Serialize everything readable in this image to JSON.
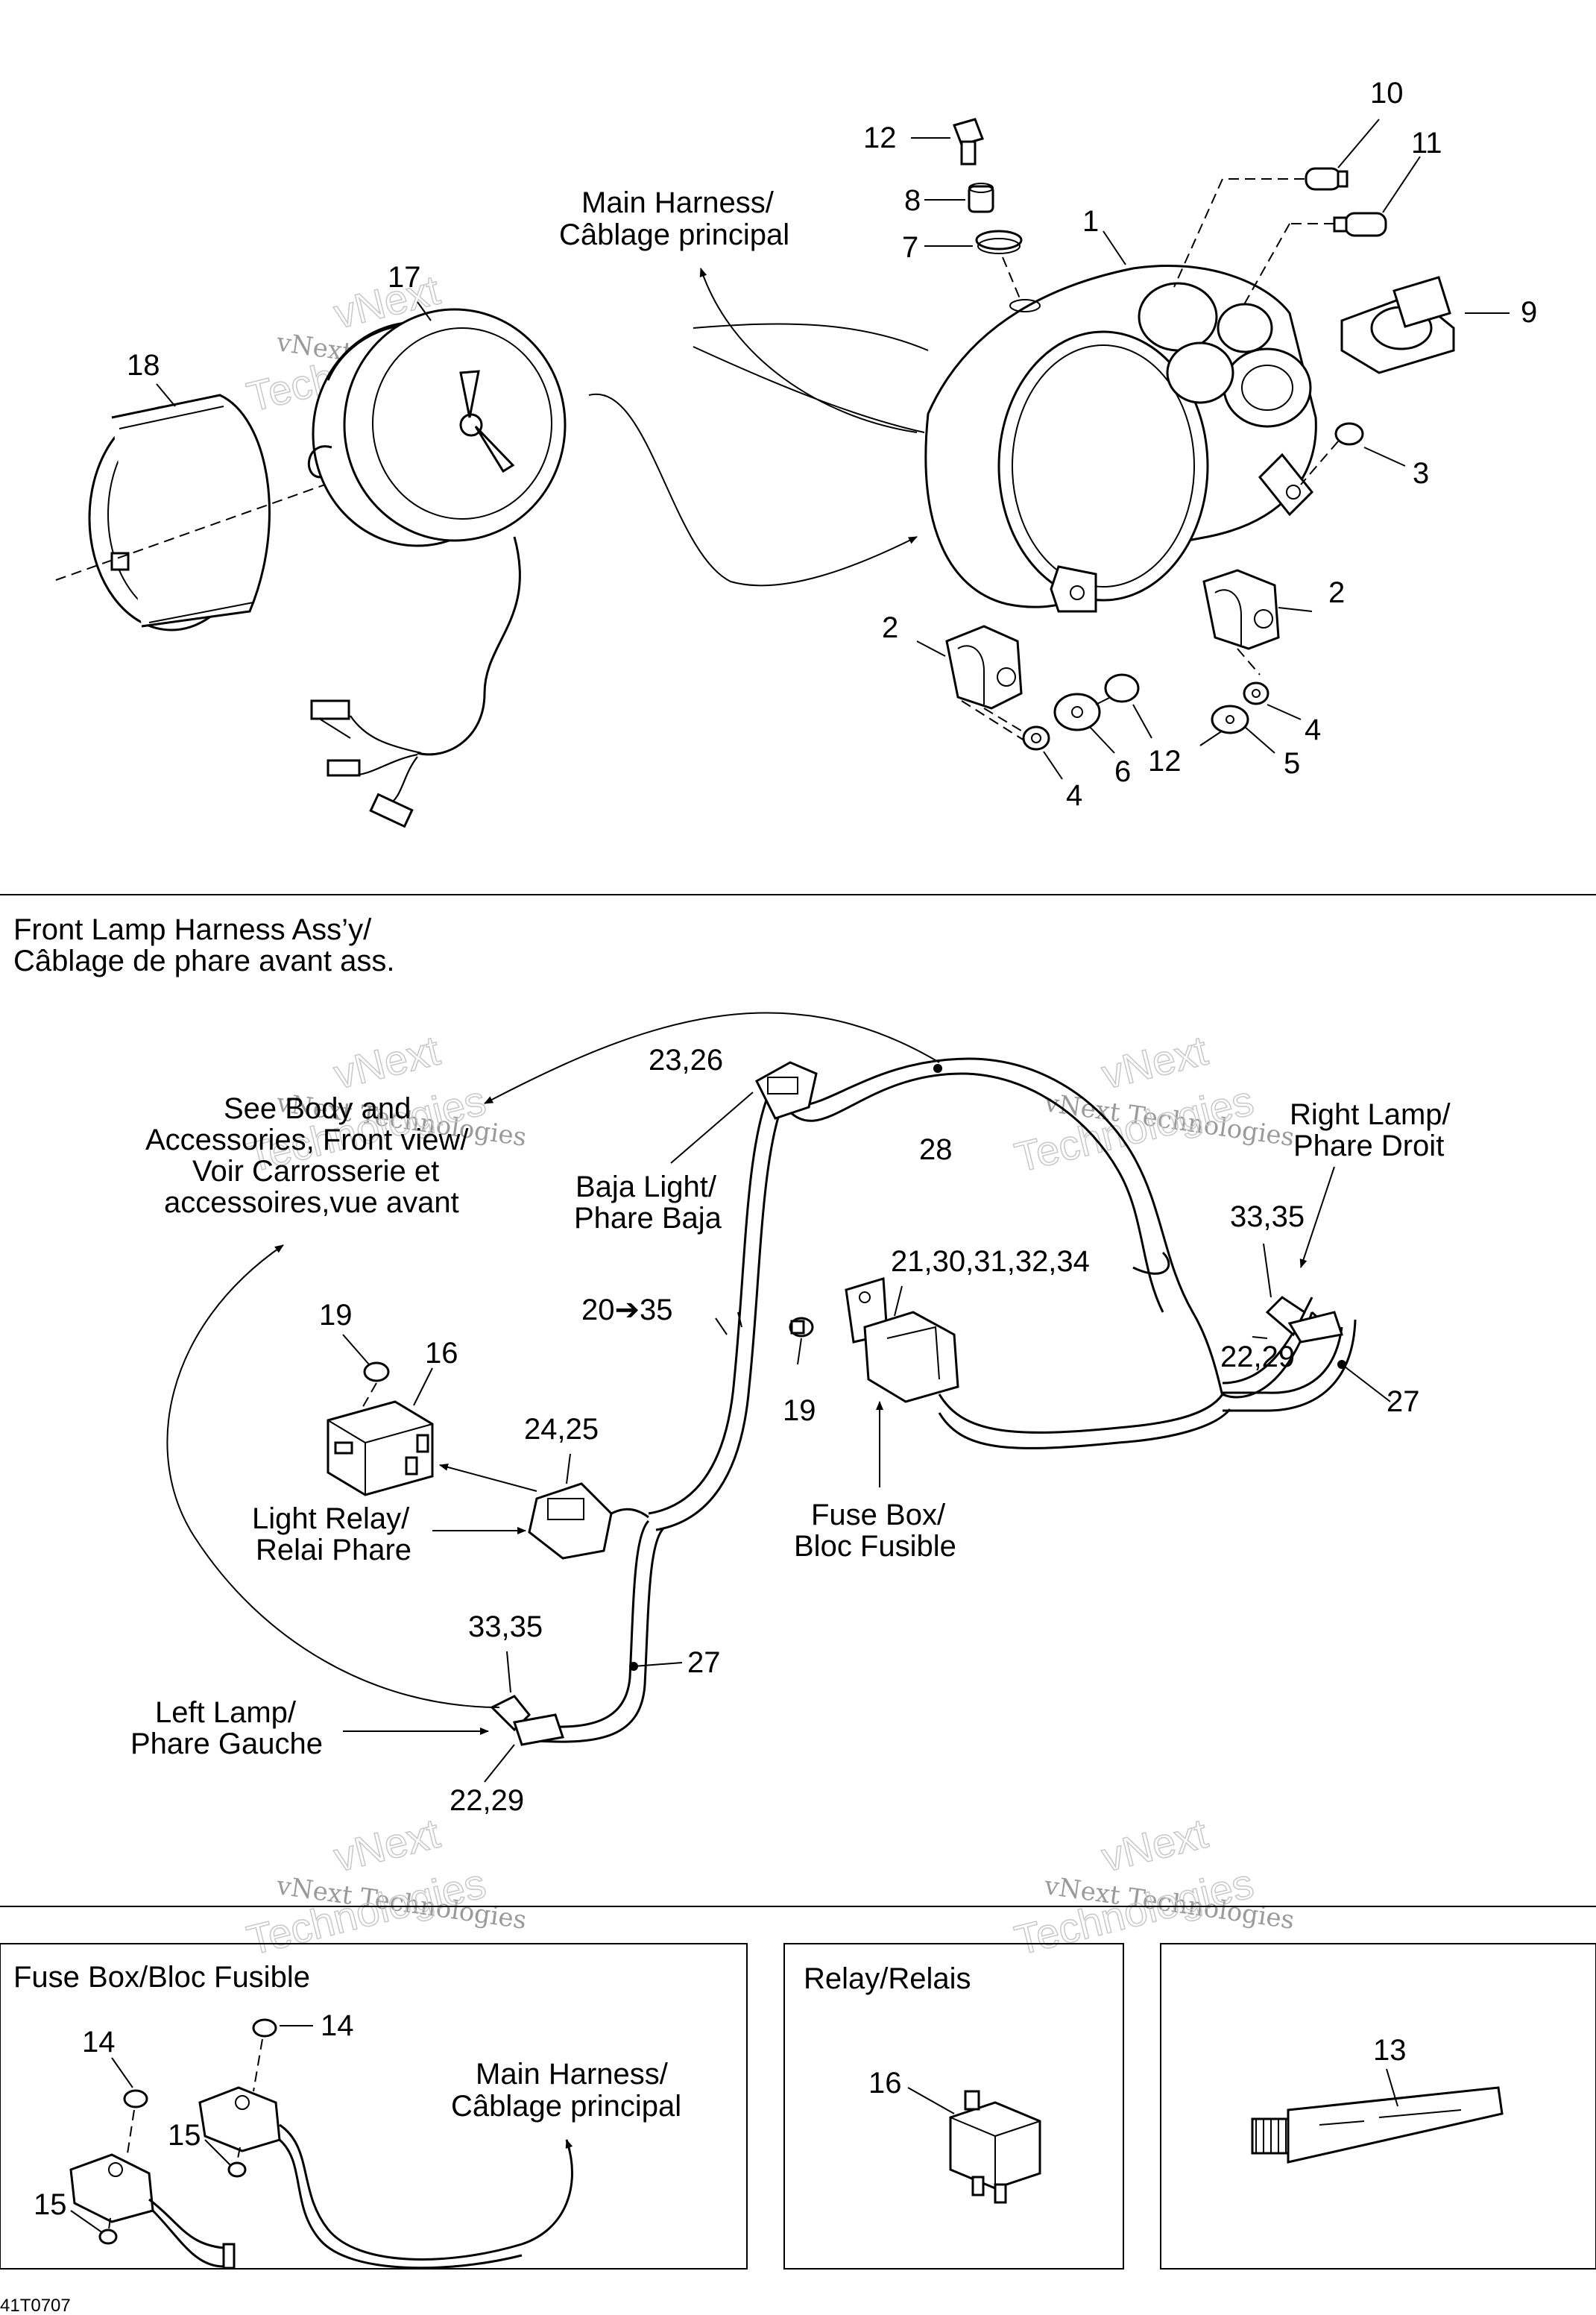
{
  "diagram": {
    "drawing_code": "41T0707",
    "watermark": {
      "line1": "vNext Technologies",
      "outline_top": "vNext",
      "outline_bottom": "Technologies"
    },
    "sections": {
      "cluster": {
        "callouts": {
          "c1": "1",
          "c2a": "2",
          "c2b": "2",
          "c3": "3",
          "c4a": "4",
          "c4b": "4",
          "c5": "5",
          "c6": "6",
          "c7": "7",
          "c8": "8",
          "c9": "9",
          "c10": "10",
          "c11": "11",
          "c12a": "12",
          "c12b": "12",
          "c17": "17",
          "c18": "18"
        },
        "main_harness": {
          "line1": "Main Harness/",
          "line2": "Câblage principal"
        }
      },
      "front_lamp": {
        "title": {
          "line1": "Front Lamp Harness Ass’y/",
          "line2": "Câblage de phare avant ass."
        },
        "see_body": {
          "line1": "See Body and",
          "line2": "Accessories, Front view/",
          "line3": "Voir Carrosserie et",
          "line4": "accessoires,vue avant"
        },
        "baja": {
          "line1": "Baja Light/",
          "line2": "Phare Baja"
        },
        "right_lamp": {
          "line1": "Right Lamp/",
          "line2": "Phare Droit"
        },
        "left_lamp": {
          "line1": "Left Lamp/",
          "line2": "Phare Gauche"
        },
        "light_relay": {
          "line1": "Light Relay/",
          "line2": "Relai Phare"
        },
        "fuse_box": {
          "line1": "Fuse Box/",
          "line2": "Bloc Fusible"
        },
        "callouts": {
          "c2326": "23,26",
          "c28": "28",
          "c2030": "21,30,31,32,34",
          "c2035": "20➔35",
          "c3335a": "33,35",
          "c3335b": "33,35",
          "c2229a": "22,29",
          "c2229b": "22,29",
          "c27a": "27",
          "c27b": "27",
          "c19a": "19",
          "c19b": "19",
          "c16": "16",
          "c2425": "24,25"
        }
      },
      "fuse_detail": {
        "title": "Fuse Box/Bloc Fusible",
        "main_harness": {
          "line1": "Main Harness/",
          "line2": "Câblage principal"
        },
        "callouts": {
          "c14a": "14",
          "c14b": "14",
          "c15a": "15",
          "c15b": "15"
        }
      },
      "relay_detail": {
        "title": "Relay/Relais",
        "callouts": {
          "c16": "16"
        }
      },
      "compound_detail": {
        "callouts": {
          "c13": "13"
        }
      }
    }
  }
}
